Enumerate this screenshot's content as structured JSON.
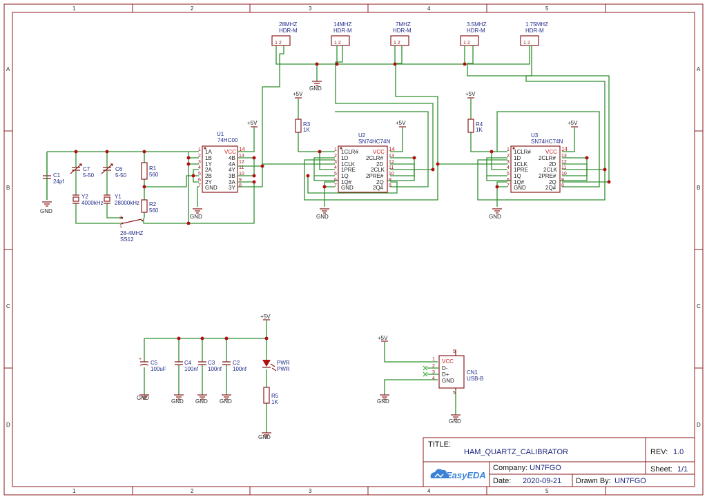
{
  "border": {
    "columns": [
      "1",
      "2",
      "3",
      "4",
      "5"
    ],
    "rows": [
      "A",
      "B",
      "C",
      "D"
    ]
  },
  "title_block": {
    "title_label": "TITLE:",
    "title": "HAM_QUARTZ_CALIBRATOR",
    "rev_label": "REV:",
    "rev": "1.0",
    "company_label": "Company:",
    "company": "UN7FGO",
    "sheet_label": "Sheet:",
    "sheet": "1/1",
    "date_label": "Date:",
    "date": "2020-09-21",
    "drawn_label": "Drawn By:",
    "drawn_by": "UN7FGO",
    "logo": "EasyEDA"
  },
  "headers": [
    {
      "freq": "28MHZ",
      "part": "HDR-M"
    },
    {
      "freq": "14MHZ",
      "part": "HDR-M"
    },
    {
      "freq": "7MHZ",
      "part": "HDR-M"
    },
    {
      "freq": "3.5MHZ",
      "part": "HDR-M"
    },
    {
      "freq": "1.75MHZ",
      "part": "HDR-M"
    }
  ],
  "power": {
    "vcc": "+5V",
    "gnd": "GND"
  },
  "u1": {
    "ref": "U1",
    "part": "74HC00",
    "left_pins": [
      "1A",
      "1B",
      "1Y",
      "2A",
      "2B",
      "2Y",
      "GND"
    ],
    "left_nums": [
      "1",
      "2",
      "3",
      "4",
      "5",
      "6",
      "7"
    ],
    "right_pins": [
      "VCC",
      "4B",
      "4A",
      "4Y",
      "3B",
      "3A",
      "3Y"
    ],
    "right_nums": [
      "14",
      "13",
      "12",
      "11",
      "10",
      "9",
      "8"
    ]
  },
  "u2": {
    "ref": "U2",
    "part": "SN74HC74N",
    "left_pins": [
      "1CLR#",
      "1D",
      "1CLK",
      "1PRE",
      "1Q",
      "1Q#",
      "GND"
    ],
    "left_nums": [
      "1",
      "2",
      "3",
      "4",
      "5",
      "6",
      "7"
    ],
    "right_pins": [
      "VCC",
      "2CLR#",
      "2D",
      "2CLK",
      "2PRE#",
      "2Q",
      "2Q#"
    ],
    "right_nums": [
      "14",
      "13",
      "12",
      "11",
      "10",
      "9",
      "8"
    ]
  },
  "u3": {
    "ref": "U3",
    "part": "SN74HC74N",
    "left_pins": [
      "1CLR#",
      "1D",
      "1CLK",
      "1PRE",
      "1Q",
      "1Q#",
      "GND"
    ],
    "left_nums": [
      "1",
      "2",
      "3",
      "4",
      "5",
      "6",
      "7"
    ],
    "right_pins": [
      "VCC",
      "2CLR#",
      "2D",
      "2CLK",
      "2PRE#",
      "2Q",
      "2Q#"
    ],
    "right_nums": [
      "14",
      "13",
      "12",
      "11",
      "10",
      "9",
      "8"
    ]
  },
  "parts": {
    "c1": {
      "ref": "C1",
      "value": "24pf"
    },
    "c7": {
      "ref": "C7",
      "value": "5-50"
    },
    "c6": {
      "ref": "C6",
      "value": "5-50"
    },
    "y2": {
      "ref": "Y2",
      "value": "4000kHz"
    },
    "y1": {
      "ref": "Y1",
      "value": "28000kHz"
    },
    "r1": {
      "ref": "R1",
      "value": "560"
    },
    "r2": {
      "ref": "R2",
      "value": "560"
    },
    "r3": {
      "ref": "R3",
      "value": "1K"
    },
    "r4": {
      "ref": "R4",
      "value": "1K"
    },
    "sw": {
      "ref": "28-4MHZ",
      "value": "SS12"
    },
    "c5": {
      "ref": "C5",
      "value": "100uF"
    },
    "c4": {
      "ref": "C4",
      "value": "100nf"
    },
    "c3": {
      "ref": "C3",
      "value": "100nf"
    },
    "c2": {
      "ref": "C2",
      "value": "100nf"
    },
    "pwr": {
      "ref": "PWR",
      "value": "PWR"
    },
    "r5": {
      "ref": "R5",
      "value": "1K"
    },
    "cn1": {
      "ref": "CN1",
      "value": "USB-B",
      "pins": [
        "VCC",
        "D-",
        "D+",
        "GND"
      ],
      "nums": [
        "1",
        "2",
        "3",
        "4"
      ],
      "shield": "5"
    }
  }
}
